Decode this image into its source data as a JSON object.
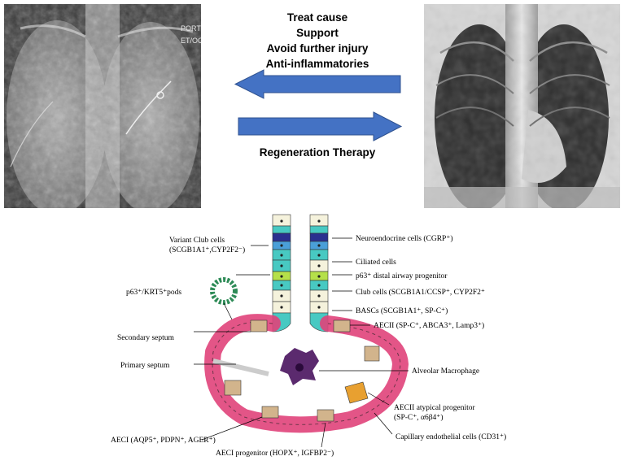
{
  "xray_left": {
    "tags": [
      "PORT",
      "ET/OG"
    ]
  },
  "treatments": [
    "Treat cause",
    "Support",
    "Avoid further injury",
    "Anti-inflammatories"
  ],
  "regeneration_label": "Regeneration Therapy",
  "diagram": {
    "left_labels": [
      {
        "line1": "Variant Club cells",
        "line2": "(SCGB1A1⁺,CYP2F2⁻)"
      },
      {
        "line1": "p63⁺/KRT5⁺pods",
        "line2": ""
      },
      {
        "line1": "Secondary septum",
        "line2": ""
      },
      {
        "line1": "Primary septum",
        "line2": ""
      },
      {
        "line1": "AECI (AQP5⁺, PDPN⁺, AGER⁺)",
        "line2": ""
      }
    ],
    "right_labels": [
      {
        "line1": "Neuroendocrine cells (CGRP⁺)",
        "line2": ""
      },
      {
        "line1": "Ciliated cells",
        "line2": ""
      },
      {
        "line1": "p63⁺ distal airway progenitor",
        "line2": ""
      },
      {
        "line1": "Club cells (SCGB1A1/CCSP⁺, CYP2F2⁺",
        "line2": ""
      },
      {
        "line1": "BASCs (SCGB1A1⁺, SP-C⁺)",
        "line2": ""
      },
      {
        "line1": "AECII (SP-C⁺, ABCA3⁺, Lamp3⁺)",
        "line2": ""
      },
      {
        "line1": "Alveolar Macrophage",
        "line2": ""
      },
      {
        "line1": "AECII atypical progenitor",
        "line2": "(SP-C⁺, α6β4⁺)"
      },
      {
        "line1": "Capillary endothelial cells (CD31⁺)",
        "line2": ""
      }
    ],
    "bottom_label": "AECI progenitor (HOPX⁺, IGFBP2⁻)"
  },
  "colors": {
    "arrow": "#4472c4",
    "arrow_border": "#2f528f",
    "alveolus_wall": "#e0427a",
    "cell_tan": "#d2b48c",
    "cell_teal": "#48c9c2",
    "cell_navy": "#2a2f8f",
    "cell_blue": "#4a9fd8",
    "cell_green": "#b5e04a",
    "cell_cream": "#f5f2dc",
    "macrophage": "#5b2a6e",
    "cell_orange": "#e8a030"
  }
}
